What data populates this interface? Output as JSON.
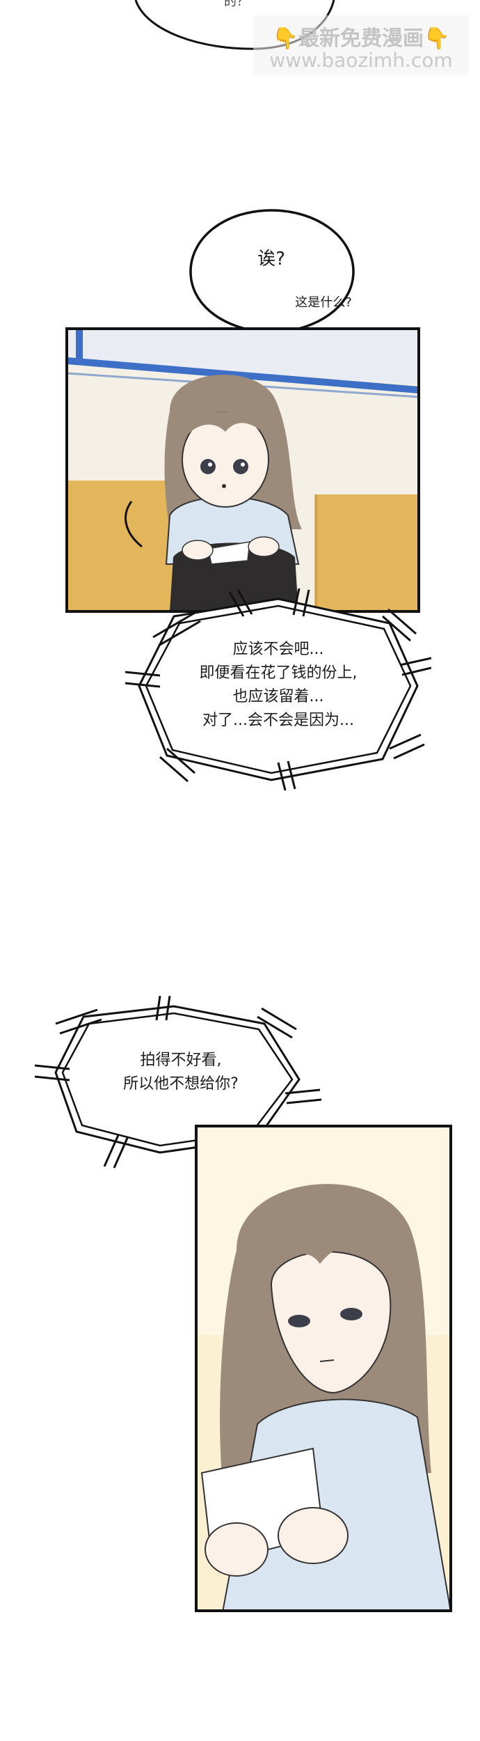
{
  "watermark": {
    "line1": "最新免费漫画",
    "line2": "www.baozimh.com",
    "hand_left": "👇",
    "hand_right": "👇"
  },
  "top_bubble_fragment": "的？",
  "bubble1": {
    "text": "诶?",
    "aside": "这是什么?"
  },
  "thought1": {
    "lines": [
      "应该不会吧...",
      "即便看在花了钱的份上,",
      "也应该留着...",
      "对了...会不会是因为..."
    ]
  },
  "thought2": {
    "lines": [
      "拍得不好看,",
      "所以他不想给你?"
    ]
  },
  "colors": {
    "panel_border": "#111111",
    "wall": "#f4f0e6",
    "window_frame": "#3d6fc7",
    "seat": "#e3b65c",
    "hair": "#9c8a7a",
    "shirt": "#d9e6f2",
    "panel2_bg": "#fbf0d2"
  }
}
